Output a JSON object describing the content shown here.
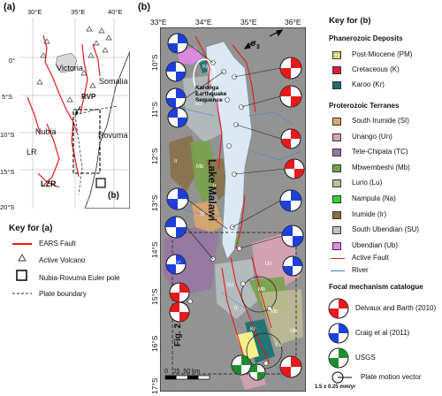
{
  "panel_a": {
    "label": "(a)",
    "top_ticks": [
      "30°E",
      "35°E",
      "40°E"
    ],
    "left_ticks": [
      "0°",
      "5°S",
      "10°S",
      "15°S",
      "20°S"
    ],
    "place_labels": {
      "victoria": "Victoria",
      "somalia": "Somalia",
      "nubia": "Nubia",
      "rovuma": "Rovuma",
      "lr": "LR",
      "lzr": "LZR",
      "rvp": "RVP",
      "b_box": "(b)"
    }
  },
  "key_a": {
    "title": "Key for (a)",
    "items": [
      {
        "label": "EARS Fault",
        "symbol": "red-line"
      },
      {
        "label": "Active Volcano",
        "symbol": "triangle"
      },
      {
        "label": "Nubia-Rovuma Euler pole",
        "symbol": "square"
      },
      {
        "label": "Plate boundary",
        "symbol": "dashed-line"
      }
    ]
  },
  "panel_b": {
    "label": "(b)",
    "top_ticks": [
      "33°E",
      "34°E",
      "35°E",
      "36°E"
    ],
    "left_ticks": [
      "10°S",
      "11°S",
      "12°S",
      "13°S",
      "14°S",
      "15°S",
      "16°S",
      "17°S"
    ],
    "labels": {
      "sigma": "σ",
      "sigma_sub": "3",
      "karonga": "Karonga\nEarthquake\nSequence",
      "lake": "Lake Malawi",
      "fig2": "Fig. 2",
      "scale": "0   25  50 km"
    },
    "unit_labels": [
      {
        "text": "Kr"
      },
      {
        "text": "SU"
      },
      {
        "text": "Ir"
      },
      {
        "text": "Mb"
      },
      {
        "text": "Ir"
      },
      {
        "text": "TC"
      },
      {
        "text": "SI"
      },
      {
        "text": "Na"
      },
      {
        "text": "Un"
      },
      {
        "text": "SU"
      },
      {
        "text": "Mb"
      },
      {
        "text": "Ir"
      },
      {
        "text": "Kr"
      },
      {
        "text": "Mb"
      },
      {
        "text": "Ub"
      },
      {
        "text": "Lu"
      }
    ]
  },
  "key_b": {
    "title": "Key for (b)",
    "phanerozoic_title": "Phanerozoic Deposits",
    "phanerozoic": [
      {
        "label": "Post-Miocene (PM)",
        "color": "#f4f08c",
        "dots": true
      },
      {
        "label": "Cretaceous (K)",
        "color": "#e8173a"
      },
      {
        "label": "Karoo (Kr)",
        "color": "#17706a"
      }
    ],
    "proterozoic_title": "Proterozoic Terranes",
    "proterozoic": [
      {
        "label": "South Irumide (SI)",
        "color": "#d9a66c"
      },
      {
        "label": "Unango (Un)",
        "color": "#d7a3b4"
      },
      {
        "label": "Tete-Chipata (TC)",
        "color": "#9677a3"
      },
      {
        "label": "Mbwembeshi (Mb)",
        "color": "#78a24a"
      },
      {
        "label": "Lurio (Lu)",
        "color": "#bfbd96"
      },
      {
        "label": "Nampula (Na)",
        "color": "#2fd42f"
      },
      {
        "label": "Irumide (Ir)",
        "color": "#8a6e45"
      },
      {
        "label": "South Ubendian (SU)",
        "color": "#b9c2c4"
      },
      {
        "label": "Ubendian (Ub)",
        "color": "#e787e9"
      }
    ],
    "lines": [
      {
        "label": "Active Fault",
        "color": "#e41a1c"
      },
      {
        "label": "River",
        "color": "#3a7fd0"
      }
    ],
    "focal_title": "Focal mechanism catalogue",
    "focal": [
      {
        "label": "Delvaux and Barth (2010)",
        "color": "#e41a1c"
      },
      {
        "label": "Craig et al (2011)",
        "color": "#1f3fd6"
      },
      {
        "label": "USGS",
        "color": "#1e8c2e"
      }
    ],
    "plate_motion_label": "Plate motion vector",
    "plate_motion_rate": "1.5 ± 0.25 mm/yr"
  }
}
